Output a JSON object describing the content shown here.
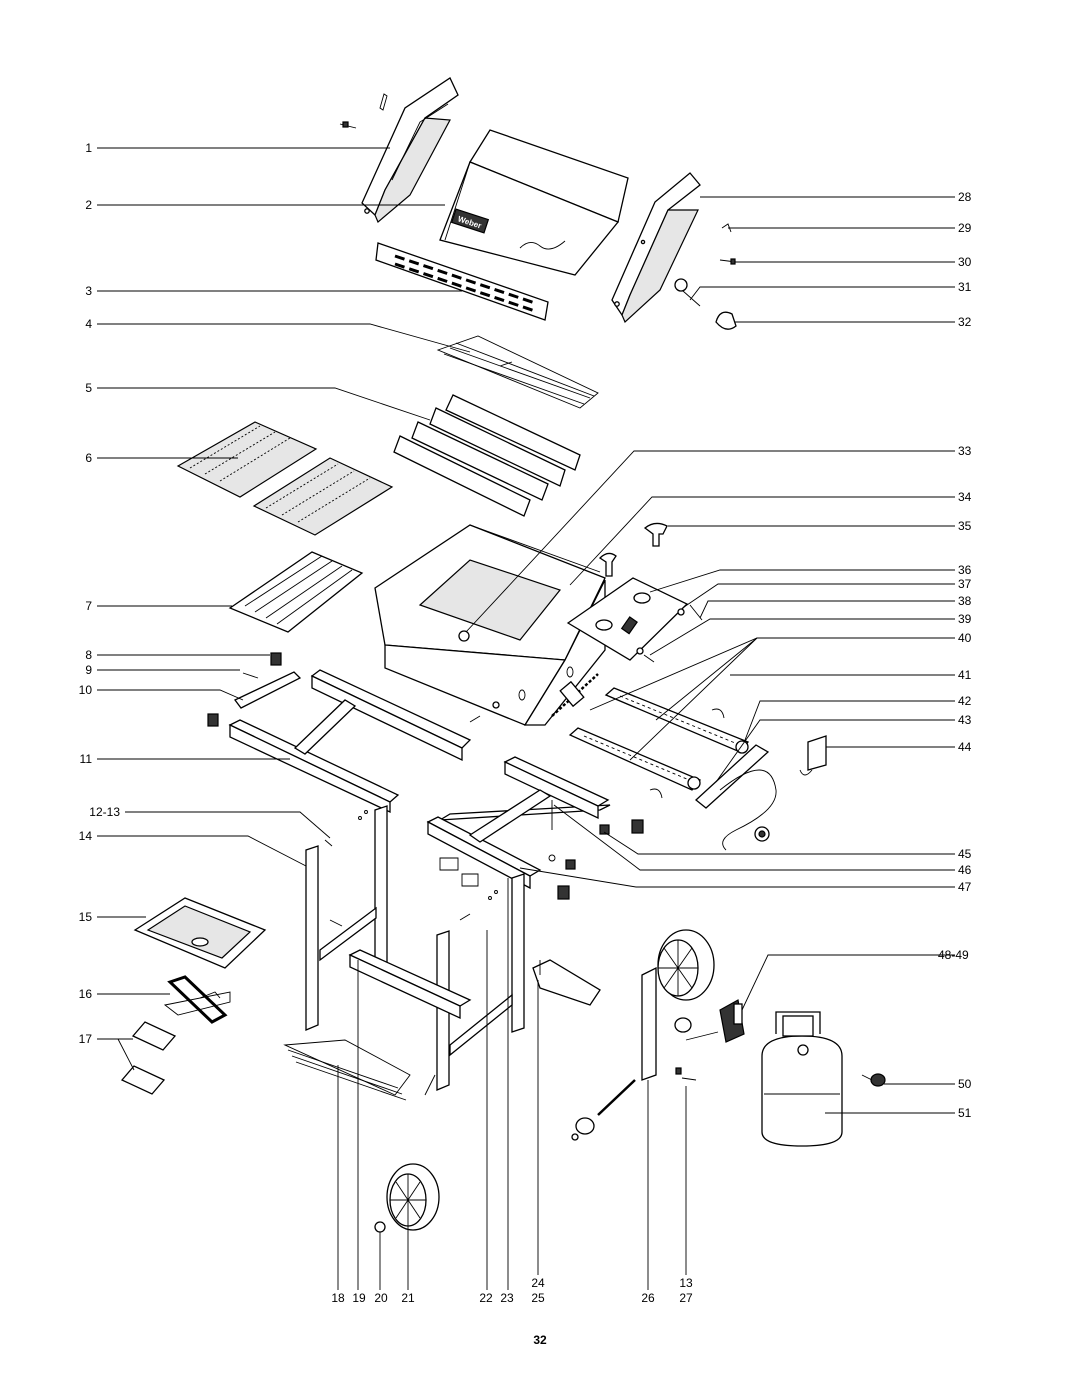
{
  "diagram": {
    "page_number": "32",
    "left_callouts": [
      "1",
      "2",
      "3",
      "4",
      "5",
      "6",
      "7",
      "8",
      "9",
      "10",
      "11",
      "12-13",
      "14",
      "15",
      "16",
      "17"
    ],
    "right_callouts": [
      "28",
      "29",
      "30",
      "31",
      "32",
      "33",
      "34",
      "35",
      "36",
      "37",
      "38",
      "39",
      "40",
      "41",
      "42",
      "43",
      "44",
      "45",
      "46",
      "47",
      "48-49",
      "50",
      "51"
    ],
    "bottom_callouts": {
      "row1": [
        "24",
        "13"
      ],
      "row2": [
        "18",
        "19",
        "20",
        "21",
        "22",
        "23",
        "25",
        "26",
        "27"
      ]
    },
    "logo_text": "Weber"
  }
}
